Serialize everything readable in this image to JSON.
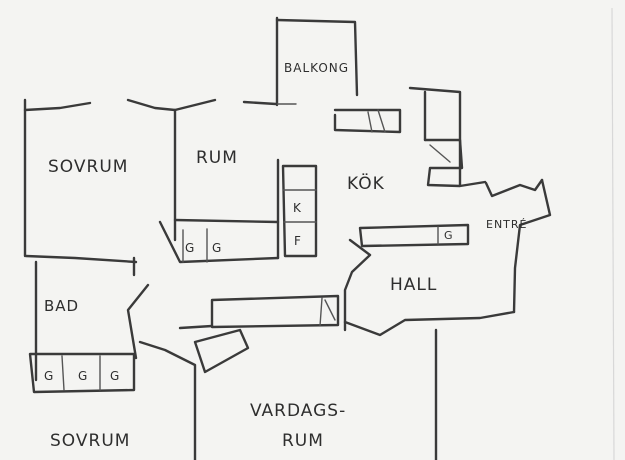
{
  "rooms": {
    "balcony": "BALKONG",
    "bedroom_top": "SOVRUM",
    "room": "RUM",
    "kitchen": "KÖK",
    "entrance": "ENTRÉ",
    "hall": "HALL",
    "bath": "BAD",
    "bedroom_bottom": "SOVRUM",
    "living_line1": "VARDAGS-",
    "living_line2": "RUM"
  },
  "fixtures": {
    "fridge": "K",
    "freezer": "F",
    "wardrobe": "G"
  }
}
